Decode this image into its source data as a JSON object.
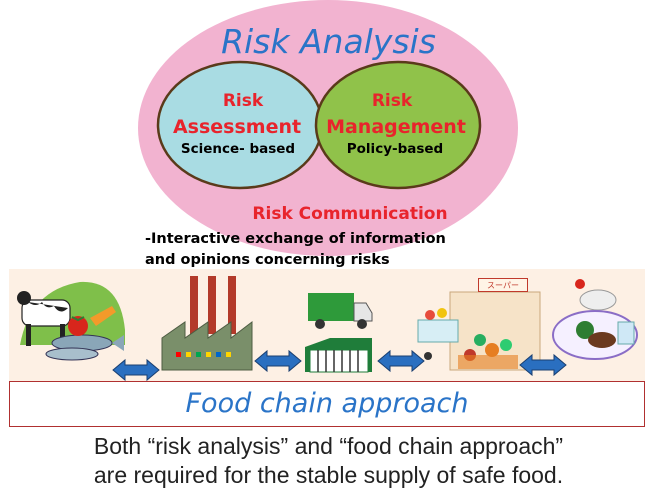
{
  "title": "Risk Analysis",
  "risk_assessment": {
    "line1": "Risk",
    "line2": "Assessment",
    "basis": "Science- based"
  },
  "risk_management": {
    "line1": "Risk",
    "line2": "Management",
    "basis": "Policy-based"
  },
  "risk_communication": {
    "title": "Risk Communication",
    "description_line1": "-Interactive exchange of information",
    "description_line2": "and opinions concerning risks"
  },
  "food_chain": {
    "title": "Food chain approach",
    "store_sign": "スーパー"
  },
  "conclusion": {
    "line1": "Both “risk analysis” and “food chain approach”",
    "line2": "are required for the stable supply of safe food."
  },
  "colors": {
    "outer_ellipse": "#f2b3d0",
    "assessment_circle": "#a9dce3",
    "management_circle": "#90c24a",
    "circle_border": "#5a3a1a",
    "banner_background": "#fdf0e4",
    "title_blue": "#2a74c8",
    "label_red": "#e8242c",
    "arrow_blue": "#2a6fc0"
  },
  "icons": [
    "cow-icon",
    "fish-icon",
    "tomato-icon",
    "factory-icon",
    "truck-icon",
    "warehouse-icon",
    "supermarket-icon",
    "meal-icon",
    "double-arrow-icon"
  ]
}
